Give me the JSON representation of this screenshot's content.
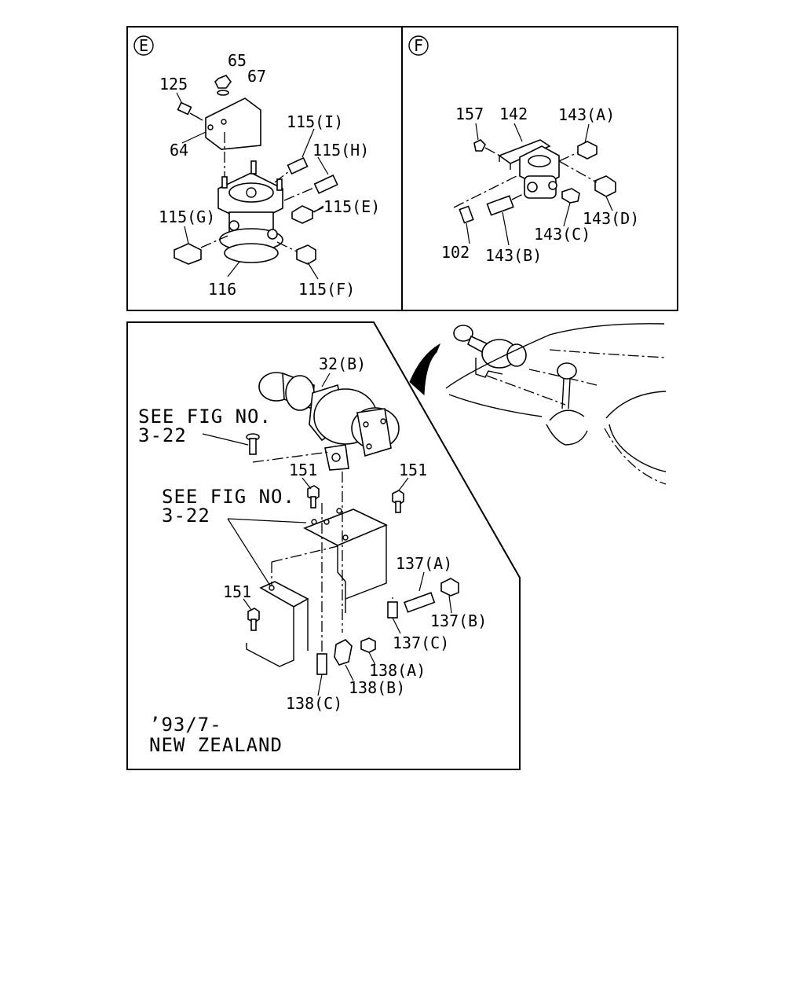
{
  "panel_e": {
    "marker": "E",
    "labels": {
      "p65": "65",
      "p67": "67",
      "p125": "125",
      "p64": "64",
      "p115i": "115(I)",
      "p115h": "115(H)",
      "p115e": "115(E)",
      "p115g": "115(G)",
      "p115f": "115(F)",
      "p116": "116"
    }
  },
  "panel_f": {
    "marker": "F",
    "labels": {
      "p157": "157",
      "p142": "142",
      "p143a": "143(A)",
      "p143d": "143(D)",
      "p143c": "143(C)",
      "p102": "102",
      "p143b": "143(B)"
    }
  },
  "panel_main": {
    "labels": {
      "p32b": "32(B)",
      "see_fig_1_line1": "SEE FIG NO.",
      "see_fig_1_line2": "3-22",
      "see_fig_2_line1": "SEE FIG NO.",
      "see_fig_2_line2": "3-22",
      "p151a": "151",
      "p151b": "151",
      "p151c": "151",
      "p137a": "137(A)",
      "p137b": "137(B)",
      "p137c": "137(C)",
      "p138a": "138(A)",
      "p138b": "138(B)",
      "p138c": "138(C)"
    },
    "footnote_line1": "’93/7-",
    "footnote_line2": "NEW ZEALAND"
  }
}
